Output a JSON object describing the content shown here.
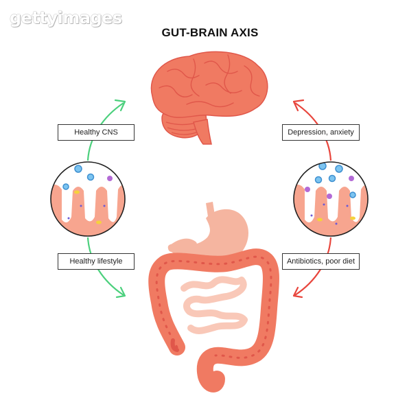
{
  "watermark": "gettyimages",
  "title": "GUT-BRAIN AXIS",
  "labels": {
    "top_left": "Healthy CNS",
    "top_right": "Depression, anxiety",
    "bottom_left": "Healthy lifestyle",
    "bottom_right": "Antibiotics, poor diet"
  },
  "colors": {
    "healthy_arrow": "#4cd07d",
    "unhealthy_arrow": "#e8453c",
    "organ": "#f07a62",
    "organ_dark": "#e0574a",
    "stomach": "#f5b5a0"
  }
}
